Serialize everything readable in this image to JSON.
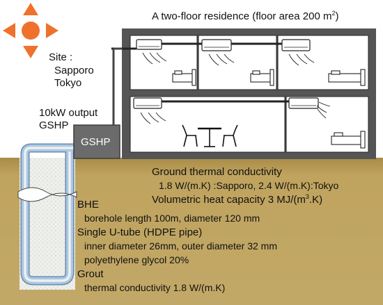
{
  "house": {
    "title": "A two-floor residence (floor area 200 m",
    "title_sup": "2",
    "title_tail": ")"
  },
  "site": {
    "label": "Site :",
    "locations": [
      "Sapporo",
      "Tokyo"
    ]
  },
  "gshp": {
    "output_line1": "10kW output",
    "output_line2": "GSHP",
    "box_label": "GSHP"
  },
  "ground": {
    "heading": "Ground thermal conductivity",
    "conductivity": "1.8 W/(m.K) :Sapporo, 2.4 W/(m.K):Tokyo",
    "heat_capacity_prefix": "Volumetric heat capacity 3 MJ/(m",
    "heat_capacity_sup": "3",
    "heat_capacity_suffix": ".K)"
  },
  "bhe": {
    "heading": "BHE",
    "borehole": "borehole length 100m, diameter 120 mm",
    "utube_heading": "Single U-tube (HDPE pipe)",
    "utube_diameters": "inner diameter 26mm, outer diameter 32 mm",
    "utube_fluid": "polyethylene glycol 20%",
    "grout_heading": "Grout",
    "grout_conductivity": "thermal conductivity 1.8 W/(m.K)"
  },
  "colors": {
    "compass": "#f0712b",
    "ground": "#b79a55",
    "house_frame": "#555555",
    "gshp_box": "#6b6b6b",
    "pipe": "#a9c7e6",
    "borehole": "#eef0ec"
  }
}
